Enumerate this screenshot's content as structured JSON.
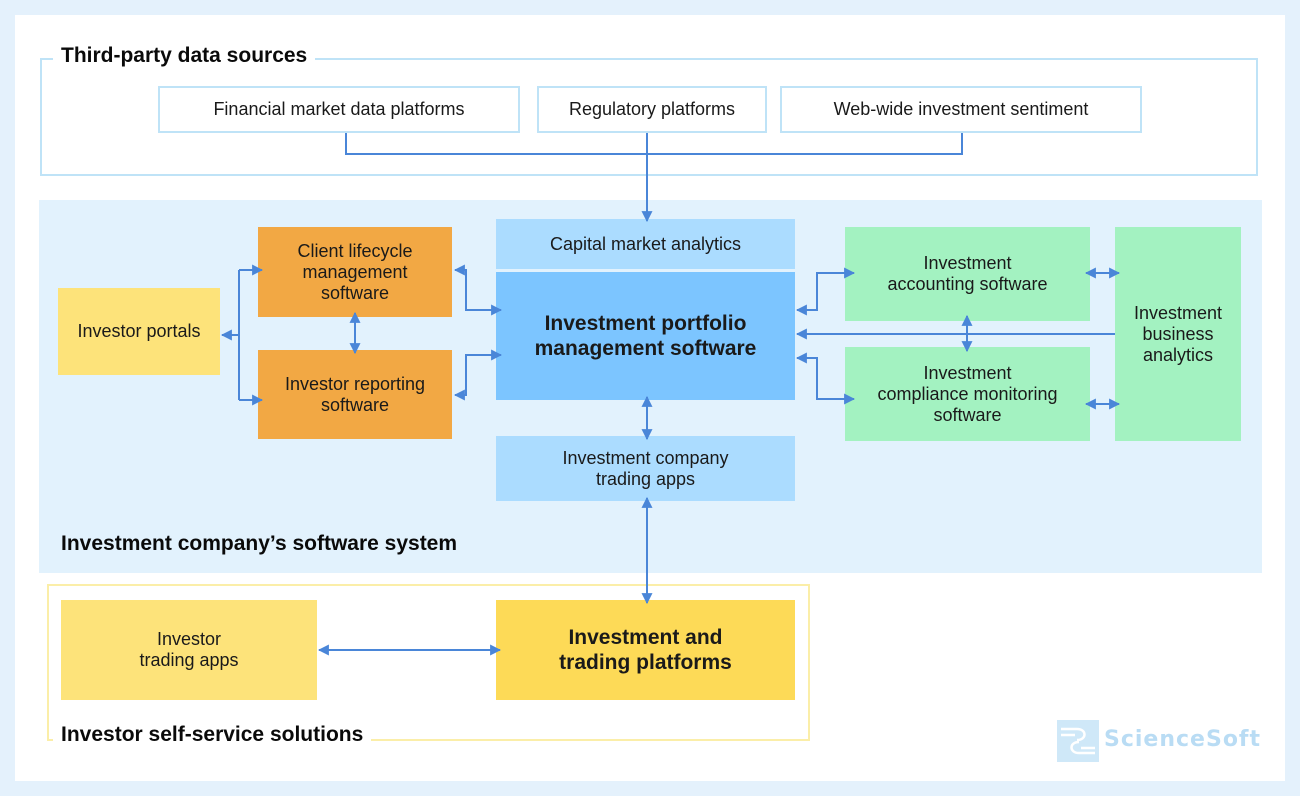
{
  "groups": {
    "third_party": {
      "title": "Third-party data sources"
    },
    "company_system": {
      "title": "Investment company’s software system"
    },
    "self_service": {
      "title": "Investor self-service solutions"
    }
  },
  "sources": {
    "financial": "Financial market data platforms",
    "regulatory": "Regulatory platforms",
    "sentiment": "Web-wide investment sentiment"
  },
  "boxes": {
    "capital_analytics": "Capital market analytics",
    "portfolio_mgmt": "Investment portfolio\nmanagement software",
    "client_lifecycle": "Client lifecycle\nmanagement\nsoftware",
    "investor_reporting": "Investor reporting\nsoftware",
    "investor_portals": "Investor portals",
    "accounting": "Investment\naccounting software",
    "compliance": "Investment\ncompliance monitoring\nsoftware",
    "business_analytics": "Investment\nbusiness\nanalytics",
    "company_trading_apps": "Investment company\ntrading apps",
    "investor_trading_apps": "Investor\ntrading apps",
    "trading_platforms": "Investment and\ntrading platforms"
  },
  "logo": {
    "text": "ScienceSoft"
  },
  "colors": {
    "connector": "#4a86d8",
    "third_party_border": "#bfe3f7",
    "system_bg": "#e2f2fd",
    "self_service_border": "#fbeea8"
  }
}
